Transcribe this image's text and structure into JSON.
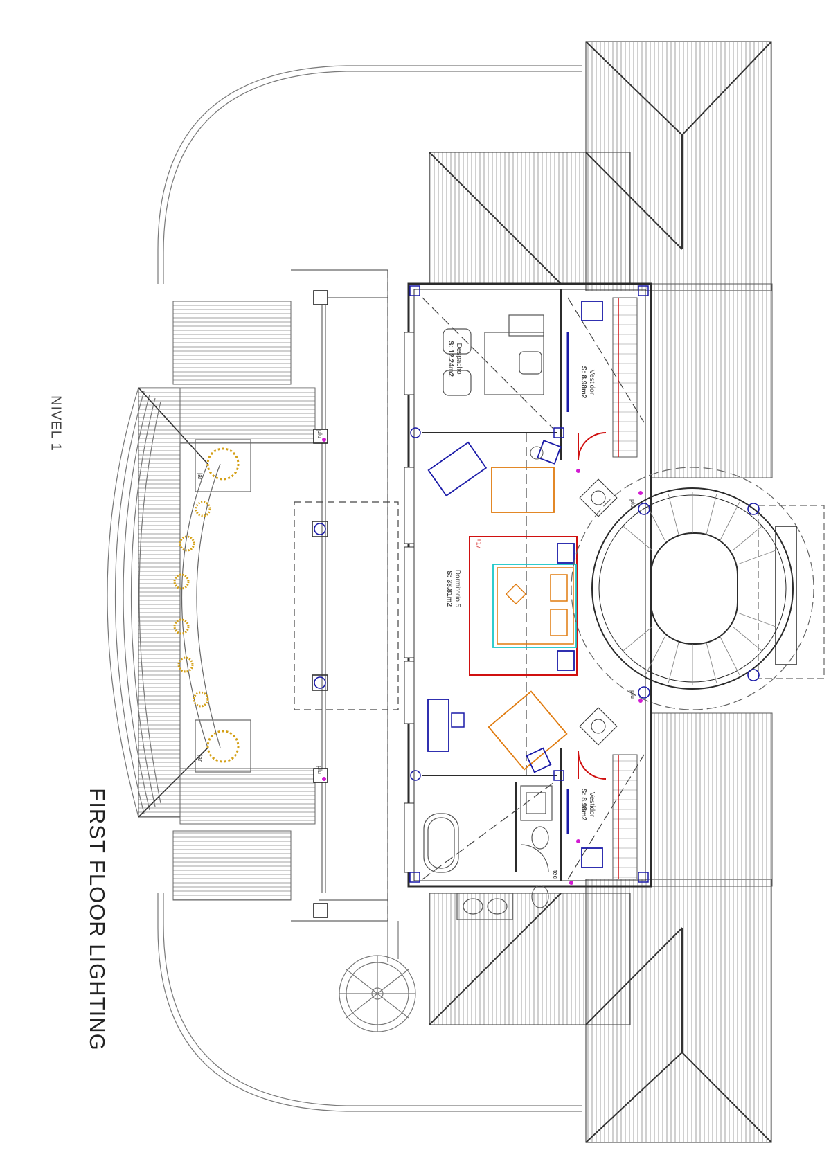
{
  "drawing": {
    "title": "FIRST FLOOR LIGHTING",
    "level": "NIVEL 1"
  },
  "rooms": [
    {
      "key": "despacho",
      "name": "Despacho",
      "area": "S: 12.24m2"
    },
    {
      "key": "vestidor-top",
      "name": "Vestidor",
      "area": "S: 8.98m2"
    },
    {
      "key": "dormitorio",
      "name": "Dormitorio 5",
      "area": "S: 38.81m2"
    },
    {
      "key": "vestidor-bottom",
      "name": "Vestidor",
      "area": "S: 8.98m2"
    }
  ],
  "tags": {
    "plu": "plu",
    "tec": "tec",
    "jar": "jar",
    "height_mark": "+17"
  },
  "colors": {
    "linework": "#6f6f6f",
    "walls": "#2b2b2b",
    "lighting_symbols": "#1a1aa8",
    "bed_zone": "#d01010",
    "furniture": "#e07b0f",
    "bed_cyan": "#19c6c6",
    "plants": "#d4a017",
    "sockets": "#d21ad2"
  }
}
